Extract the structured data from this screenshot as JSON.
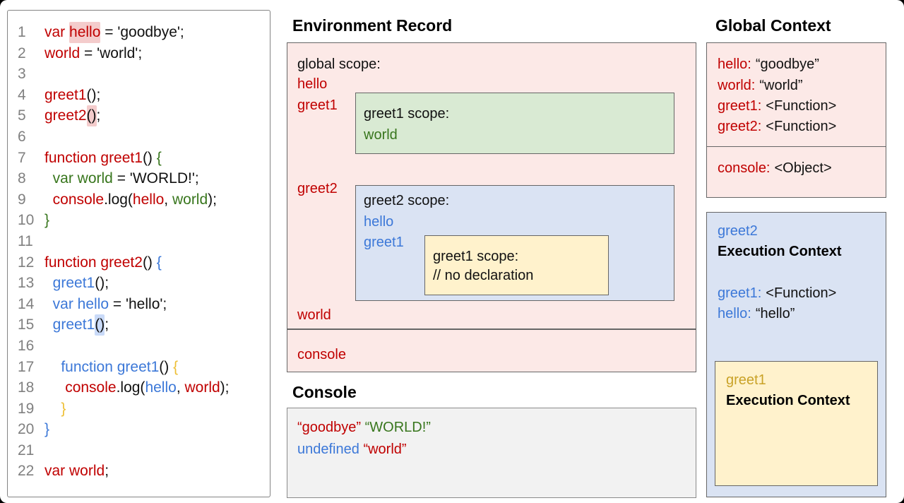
{
  "colors": {
    "accent_red": "#c00000",
    "accent_green": "#38761d",
    "accent_blue": "#3c78d8",
    "accent_gold": "#eebf35",
    "pink_bg": "#fce9e7",
    "green_bg": "#d9ead3",
    "blue_bg": "#dae3f3",
    "yellow_bg": "#fff2cc",
    "gray_bg": "#f2f2f2",
    "highlight_red": "#f4cccc",
    "highlight_blue": "#c9daf8"
  },
  "code_panel": {
    "lines": [
      {
        "n": "1",
        "segs": [
          [
            "var ",
            "red"
          ],
          [
            "hello",
            "red hl-red"
          ],
          [
            " = 'goodbye';",
            "blk"
          ]
        ]
      },
      {
        "n": "2",
        "segs": [
          [
            "world",
            "red"
          ],
          [
            " = 'world';",
            "blk"
          ]
        ]
      },
      {
        "n": "3",
        "segs": []
      },
      {
        "n": "4",
        "segs": [
          [
            "greet1",
            "red"
          ],
          [
            "();",
            "blk"
          ]
        ]
      },
      {
        "n": "5",
        "segs": [
          [
            "greet2",
            "red"
          ],
          [
            "()",
            "blk hl-red"
          ],
          [
            ";",
            "blk"
          ]
        ]
      },
      {
        "n": "6",
        "segs": []
      },
      {
        "n": "7",
        "segs": [
          [
            "function greet1",
            "red"
          ],
          [
            "() ",
            "blk"
          ],
          [
            "{",
            "green"
          ]
        ]
      },
      {
        "n": "8",
        "segs": [
          [
            "  ",
            ""
          ],
          [
            "var world",
            "green"
          ],
          [
            " = 'WORLD!';",
            "blk"
          ]
        ]
      },
      {
        "n": "9",
        "segs": [
          [
            "  ",
            ""
          ],
          [
            "console",
            "red"
          ],
          [
            ".log(",
            "blk"
          ],
          [
            "hello",
            "red"
          ],
          [
            ", ",
            "blk"
          ],
          [
            "world",
            "green"
          ],
          [
            ");",
            "blk"
          ]
        ]
      },
      {
        "n": "10",
        "segs": [
          [
            "}",
            "green"
          ]
        ]
      },
      {
        "n": "11",
        "segs": []
      },
      {
        "n": "12",
        "segs": [
          [
            "function greet2",
            "red"
          ],
          [
            "() ",
            "blk"
          ],
          [
            "{",
            "blue"
          ]
        ]
      },
      {
        "n": "13",
        "segs": [
          [
            "  ",
            ""
          ],
          [
            "greet1",
            "blue"
          ],
          [
            "();",
            "blk"
          ]
        ]
      },
      {
        "n": "14",
        "segs": [
          [
            "  ",
            ""
          ],
          [
            "var hello",
            "blue"
          ],
          [
            " = 'hello';",
            "blk"
          ]
        ]
      },
      {
        "n": "15",
        "segs": [
          [
            "  ",
            ""
          ],
          [
            "greet1",
            "blue"
          ],
          [
            "()",
            "blk hl-blue"
          ],
          [
            ";",
            "blk"
          ]
        ]
      },
      {
        "n": "16",
        "segs": []
      },
      {
        "n": "17",
        "segs": [
          [
            "    ",
            ""
          ],
          [
            "function greet1",
            "blue"
          ],
          [
            "() ",
            "blk"
          ],
          [
            "{",
            "gold"
          ]
        ]
      },
      {
        "n": "18",
        "segs": [
          [
            "     ",
            ""
          ],
          [
            "console",
            "red"
          ],
          [
            ".log(",
            "blk"
          ],
          [
            "hello",
            "blue"
          ],
          [
            ", ",
            "blk"
          ],
          [
            "world",
            "red"
          ],
          [
            ");",
            "blk"
          ]
        ]
      },
      {
        "n": "19",
        "segs": [
          [
            "    ",
            ""
          ],
          [
            "}",
            "gold"
          ]
        ]
      },
      {
        "n": "20",
        "segs": [
          [
            "}",
            "blue"
          ]
        ]
      },
      {
        "n": "21",
        "segs": []
      },
      {
        "n": "22",
        "segs": [
          [
            "var world",
            "red"
          ],
          [
            ";",
            "blk"
          ]
        ]
      }
    ]
  },
  "environment_record": {
    "title": "Environment Record",
    "global_scope_label": "global scope:",
    "vars": {
      "hello": "hello",
      "greet1": "greet1",
      "greet2": "greet2",
      "world": "world",
      "console_var": "console"
    },
    "greet1_scope": {
      "label": "greet1 scope:",
      "var_world": "world"
    },
    "greet2_scope": {
      "label": "greet2 scope:",
      "var_hello": "hello",
      "var_greet1": "greet1",
      "greet1_scope": {
        "label": "greet1 scope:",
        "comment": "// no declaration"
      }
    }
  },
  "console_panel": {
    "title": "Console",
    "line1": {
      "a": "“goodbye”",
      "b": "“WORLD!”"
    },
    "line2": {
      "a": "undefined",
      "b": "“world”"
    }
  },
  "global_context": {
    "title": "Global Context",
    "entries": [
      {
        "key": "hello:",
        "value": "“goodbye”"
      },
      {
        "key": "world:",
        "value": "“world”"
      },
      {
        "key": "greet1:",
        "value": "<Function>"
      },
      {
        "key": "greet2:",
        "value": "<Function>"
      }
    ],
    "console_entry": {
      "key": "console:",
      "value": "<Object>"
    }
  },
  "greet2_execution_context": {
    "name": "greet2",
    "label": "Execution Context",
    "entries": [
      {
        "key": "greet1:",
        "value": "<Function>"
      },
      {
        "key": "hello:",
        "value": "“hello”"
      }
    ],
    "greet1_execution_context": {
      "name": "greet1",
      "label": "Execution Context"
    }
  }
}
